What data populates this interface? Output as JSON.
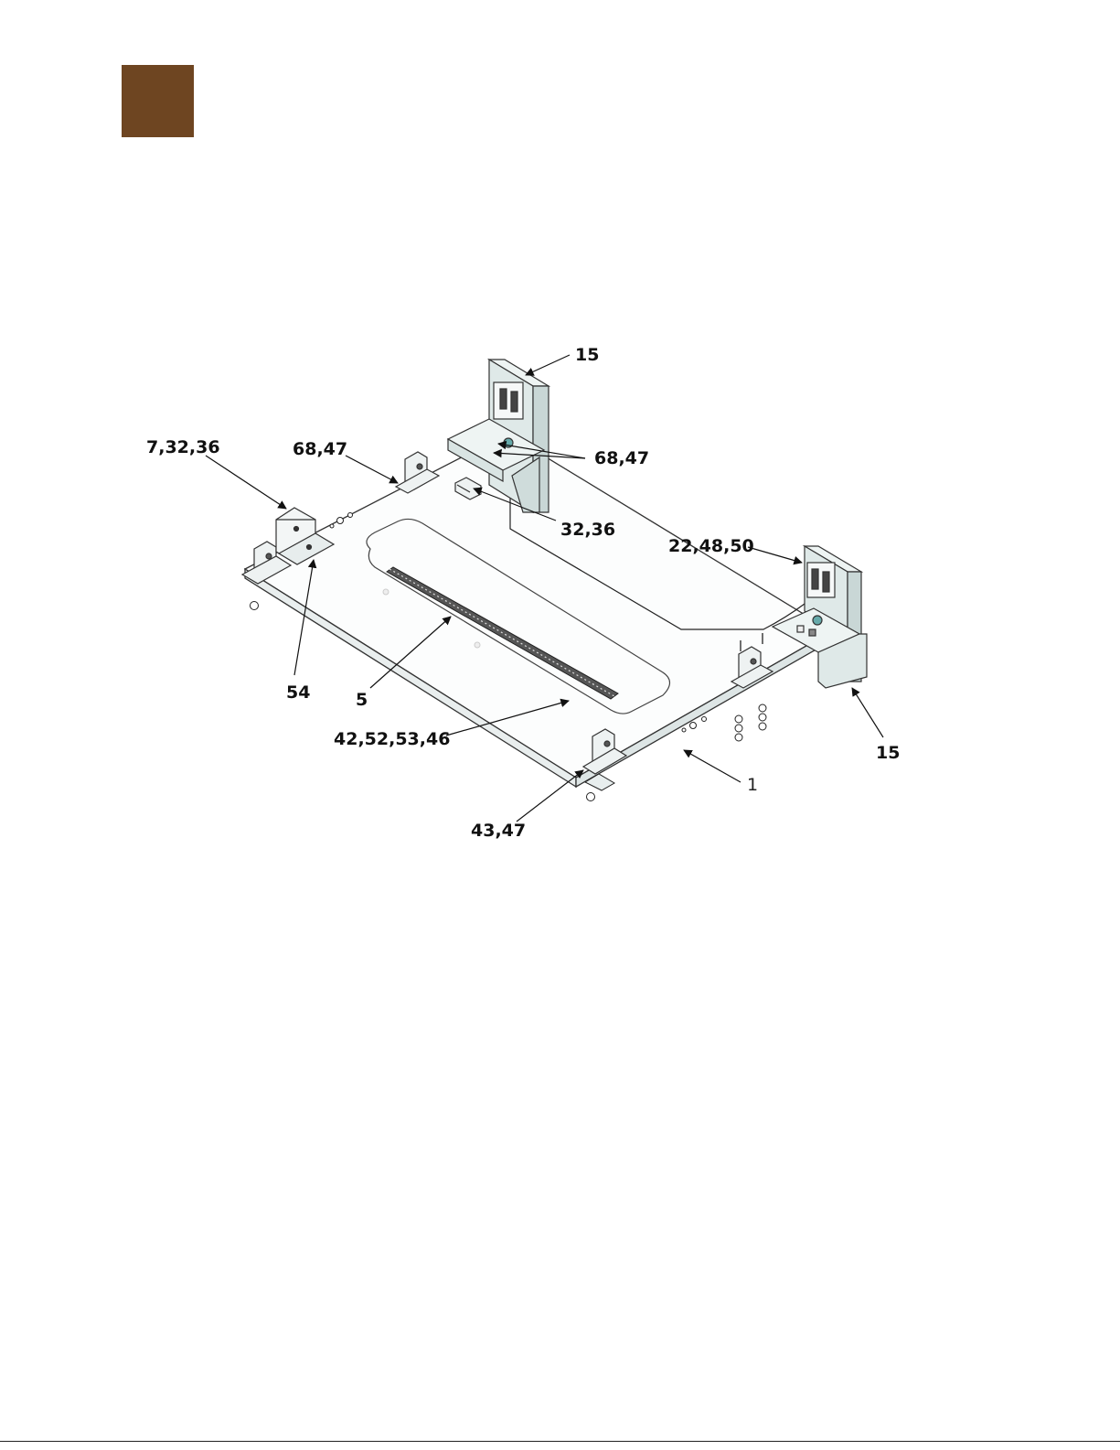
{
  "brand": {
    "color": "#6e4521"
  },
  "diagram": {
    "callouts": {
      "c15_top": "15",
      "c7_32_36": "7,32,36",
      "c68_47_left": "68,47",
      "c68_47_right": "68,47",
      "c32_36": "32,36",
      "c22_48_50": "22,48,50",
      "c54": "54",
      "c5": "5",
      "c42_52_53_46": "42,52,53,46",
      "c15_right": "15",
      "c1": "1",
      "c43_47": "43,47"
    }
  }
}
